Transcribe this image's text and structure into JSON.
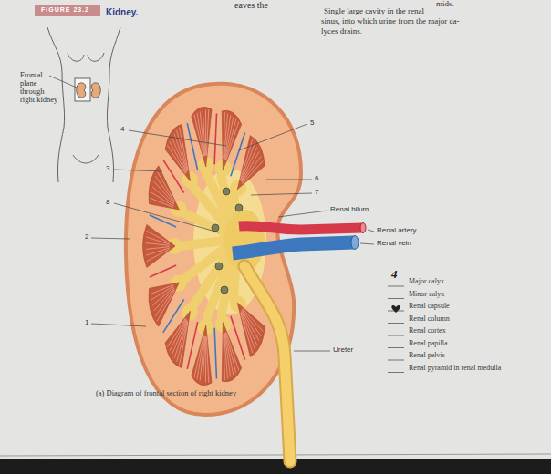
{
  "diagram": {
    "title": "Kidney.",
    "caption": "(a) Diagram of frontal section of right kidney",
    "labels": [
      "eaves the",
      "mids.",
      "Single large cavity in the renal",
      "sinus, into which urine from the major ca-",
      "lyces drains.",
      "FIGURE 23.2",
      "Frontal plane through right kidney",
      "4",
      "5",
      "3",
      "6",
      "7",
      "8",
      "Renal hilum",
      "Renal artery",
      "2",
      "Renal vein",
      "4",
      "Major calyx",
      "Minor calyx",
      "Renal capsule",
      "Renal column",
      "Renal cortex",
      "Renal papilla",
      "1",
      "Renal pelvis",
      "Ureter",
      "Renal pyramid in renal medulla"
    ]
  }
}
